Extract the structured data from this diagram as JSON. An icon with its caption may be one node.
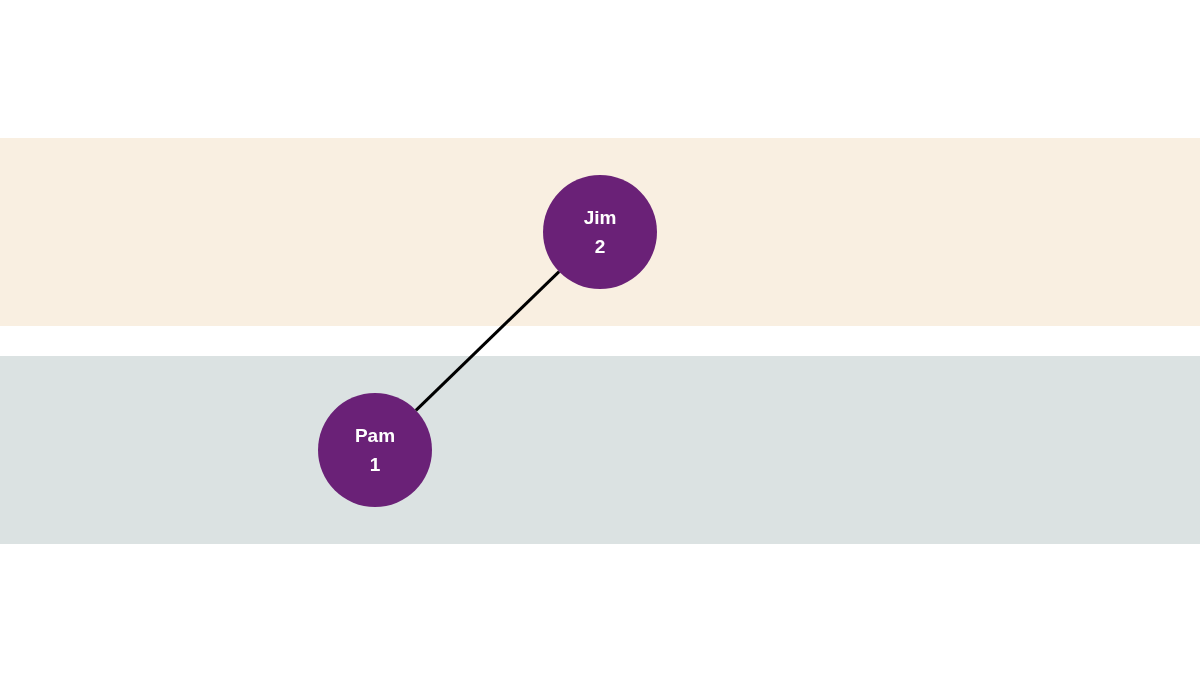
{
  "diagram": {
    "nodes": [
      {
        "text": [],
        "shape": "band"
      },
      {
        "text": [
          "Jim",
          "2"
        ],
        "in": 0
      },
      {
        "text": [],
        "shape": "band"
      },
      {
        "text": [
          "Pam",
          "1"
        ],
        "in": 2
      }
    ],
    "edges": [
      {
        "from": 3,
        "to": 1,
        "arrow": "none"
      }
    ]
  }
}
